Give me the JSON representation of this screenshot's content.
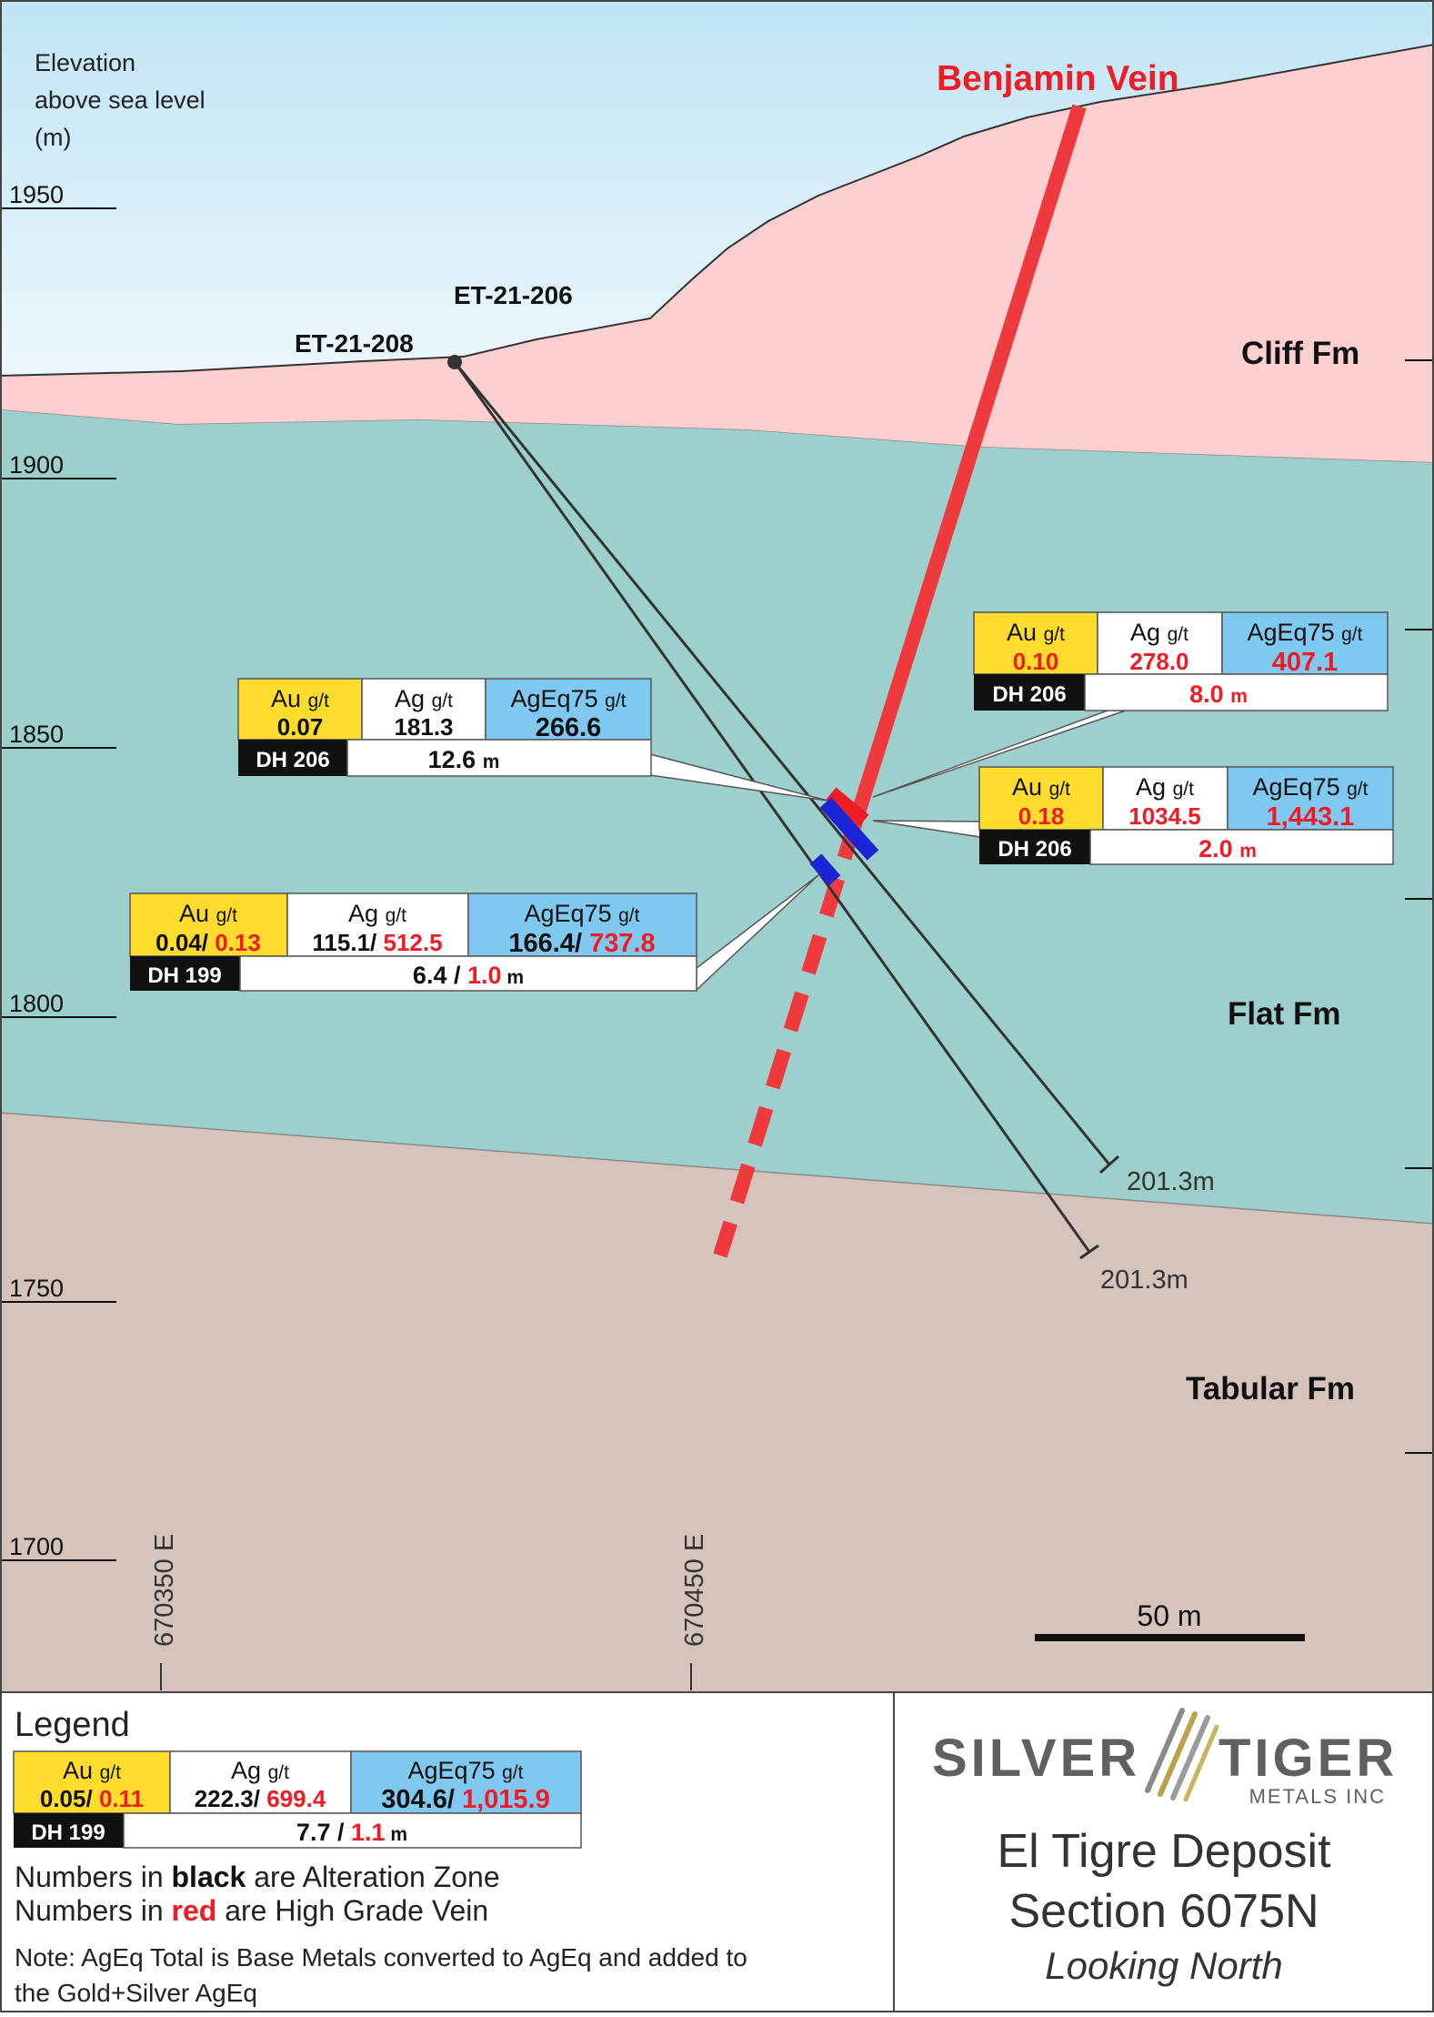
{
  "elevation_label": [
    "Elevation",
    "above sea level",
    "(m)"
  ],
  "elevation_ticks": [
    "1950",
    "1900",
    "1850",
    "1800",
    "1750",
    "1700"
  ],
  "eastings": [
    "670350 E",
    "670450 E"
  ],
  "vein_label": "Benjamin Vein",
  "holes": [
    {
      "label": "ET-21-206"
    },
    {
      "label": "ET-21-208"
    }
  ],
  "formations": [
    "Cliff Fm",
    "Flat Fm",
    "Tabular Fm"
  ],
  "hole_end_labels": [
    "201.3m",
    "201.3m"
  ],
  "scale_bar": "50 m",
  "intercepts": [
    {
      "au_label": "Au",
      "ag_label": "Ag",
      "ageq_label": "AgEq75",
      "unit": "g/t",
      "au": "0.07",
      "ag": "181.3",
      "ageq": "266.6",
      "hole": "DH 206",
      "width": "12.6",
      "width_unit": "m"
    },
    {
      "au_label": "Au",
      "ag_label": "Ag",
      "ageq_label": "AgEq75",
      "unit": "g/t",
      "au": "0.10",
      "ag": "278.0",
      "ageq": "407.1",
      "hole": "DH 206",
      "width": "8.0",
      "width_unit": "m"
    },
    {
      "au_label": "Au",
      "ag_label": "Ag",
      "ageq_label": "AgEq75",
      "unit": "g/t",
      "au": "0.18",
      "ag": "1034.5",
      "ageq": "1,443.1",
      "hole": "DH 206",
      "width": "2.0",
      "width_unit": "m"
    },
    {
      "au_label": "Au",
      "ag_label": "Ag",
      "ageq_label": "AgEq75",
      "unit": "g/t",
      "au_black": "0.04",
      "au_red": "0.13",
      "ag_black": "115.1",
      "ag_red": "512.5",
      "ageq_black": "166.4",
      "ageq_red": "737.8",
      "hole": "DH 199",
      "width_black": "6.4",
      "width_red": "1.0",
      "width_unit": "m"
    }
  ],
  "legend": {
    "title": "Legend",
    "au_label": "Au",
    "ag_label": "Ag",
    "ageq_label": "AgEq75",
    "unit": "g/t",
    "au_black": "0.05",
    "au_red": "0.11",
    "ag_black": "222.3",
    "ag_red": "699.4",
    "ageq_black": "304.6",
    "ageq_red": "1,015.9",
    "hole": "DH 199",
    "width_black": "7.7",
    "width_red": "1.1",
    "width_unit": "m",
    "line1_pre": "Numbers in ",
    "line1_bold": "black",
    "line1_post": " are Alteration Zone",
    "line2_pre": "Numbers in ",
    "line2_bold": "red",
    "line2_post": " are High Grade Vein",
    "note_1": "Note: AgEq Total is Base Metals converted to AgEq and added to",
    "note_2": "the Gold+Silver AgEq"
  },
  "company": {
    "name_left": "SILVER",
    "name_right": "TIGER",
    "sub": "METALS INC"
  },
  "map_title": {
    "line1": "El Tigre Deposit",
    "line2": "Section 6075N",
    "line3": "Looking North"
  },
  "colors": {
    "sky": "#ddf1fa",
    "cliff": "#fbcfd0",
    "flat": "#9dcfcd",
    "tabular": "#d6c4bc",
    "vein": "#ee3a3c",
    "red_text": "#ee1c24",
    "blue": "#1c24d8",
    "au_fill": "#fddc2b",
    "ageq_fill": "#7fc8f0"
  }
}
